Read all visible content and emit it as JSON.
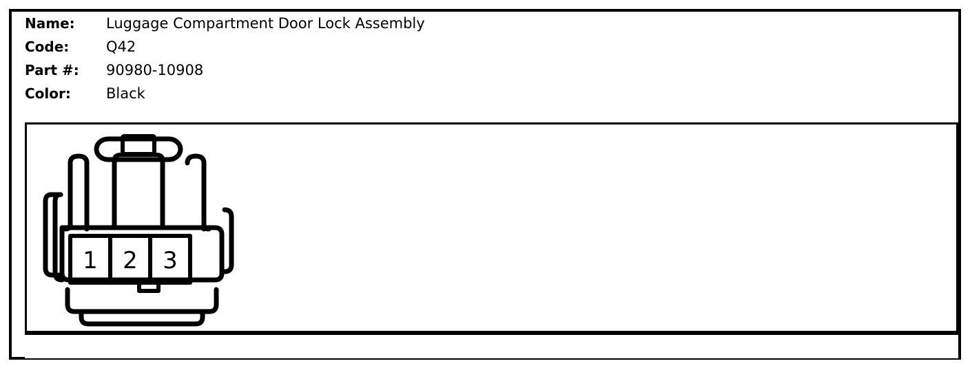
{
  "document": {
    "type": "connector-spec-sheet",
    "title": "Luggage Compartment Door Lock Assembly"
  },
  "spec": {
    "rows": [
      {
        "label": "Name:",
        "value": "Luggage Compartment Door Lock Assembly"
      },
      {
        "label": "Code:",
        "value": "Q42"
      },
      {
        "label": "Part #:",
        "value": "90980-10908"
      },
      {
        "label": "Color:",
        "value": "Black"
      }
    ]
  },
  "diagram": {
    "kind": "electrical-connector-face-view",
    "cavity_count": 3,
    "pins": [
      {
        "number": "1"
      },
      {
        "number": "2"
      },
      {
        "number": "3"
      }
    ],
    "line_color": "#000000",
    "fill_color": "#ffffff"
  },
  "caption": {
    "text": ""
  },
  "colors": {
    "ink": "#000000",
    "paper": "#ffffff"
  }
}
